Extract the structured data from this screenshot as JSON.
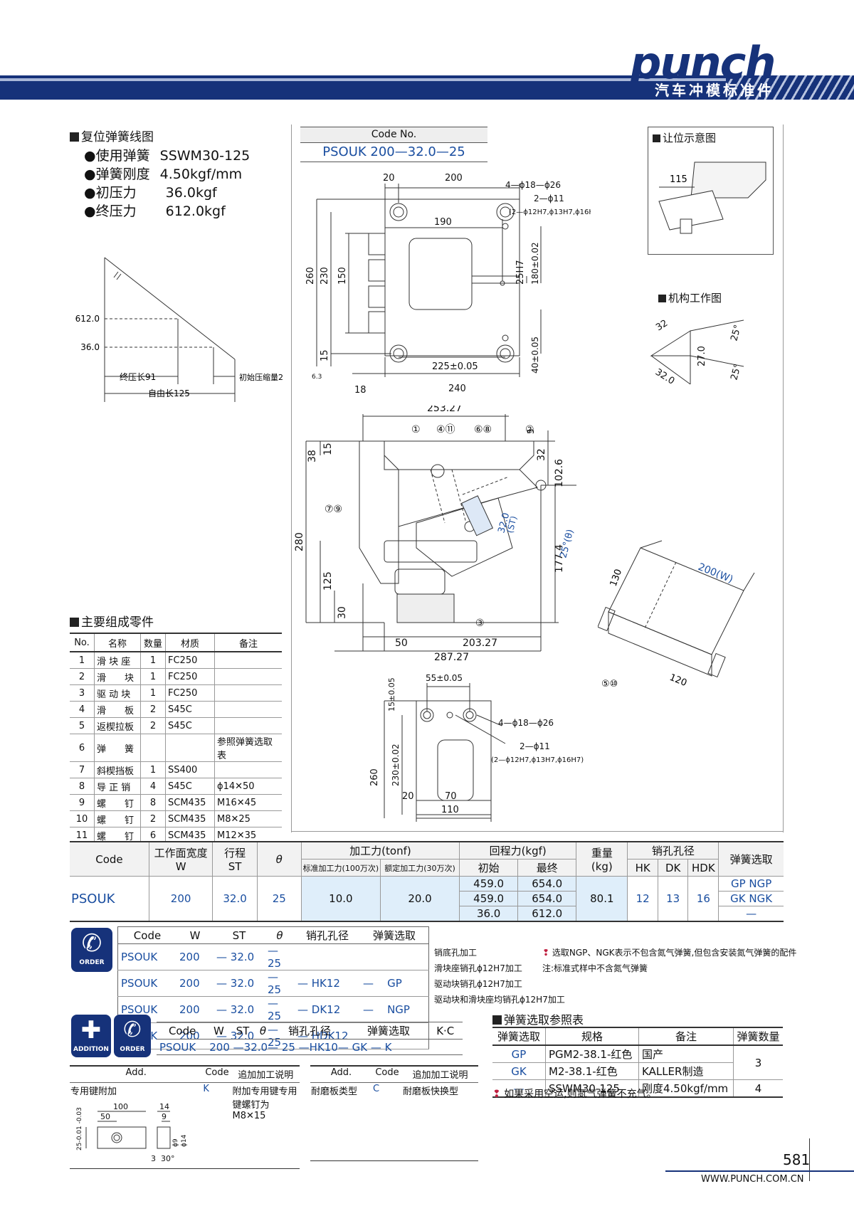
{
  "header": {
    "logo": "punch",
    "subtitle": "汽车冲模标准件"
  },
  "spring_section": {
    "title": "复位弹簧线图",
    "items": [
      {
        "label": "●使用弹簧",
        "value": "SSWM30-125"
      },
      {
        "label": "●弹簧刚度",
        "value": "4.50kgf/mm"
      },
      {
        "label": "●初压力",
        "value": "36.0kgf"
      },
      {
        "label": "●终压力",
        "value": "612.0kgf"
      }
    ],
    "graph": {
      "y1": "612.0",
      "y2": "36.0",
      "final_len": "终压长91",
      "init_comp": "初始压缩量2",
      "free_len": "自由长125"
    }
  },
  "code_no": {
    "label": "Code No.",
    "value": "PSOUK 200—32.0—25"
  },
  "drawing_labels": {
    "top": {
      "d20": "20",
      "d200": "200",
      "holes1": "4—ϕ18—ϕ26",
      "holes2": "2—ϕ11",
      "holes2b": "(2—ϕ12H7,ϕ13H7,ϕ16H7)",
      "d190": "190",
      "d260": "260",
      "d230": "230",
      "d150": "150",
      "d25h7": "25H7",
      "d180": "180±0.02",
      "d15": "15",
      "d40": "40±0.05",
      "d225": "225±0.05",
      "d240": "240",
      "d18": "18",
      "r63": "6.3"
    },
    "side": {
      "d25327": "253.27",
      "d5": "5",
      "d38": "38",
      "d15": "15",
      "d32": "32",
      "d1026": "102.6",
      "d280": "280",
      "d125": "125",
      "d30": "30",
      "d1774": "177.4",
      "st": "32.0",
      "st2": "(ST)",
      "theta": "25°(θ)",
      "d50": "50",
      "d20327": "203.27",
      "d28727": "287.27",
      "n1": "①",
      "n411": "④⑪",
      "n68": "⑥⑧",
      "n2": "②",
      "n79": "⑦⑨",
      "n3": "③",
      "w200": "200(W)",
      "d130": "130",
      "d120": "120",
      "n510": "⑤⑩"
    },
    "end": {
      "d55": "55±0.05",
      "d15": "15±0.05",
      "holes1": "4—ϕ18—ϕ26",
      "holes2": "2—ϕ11",
      "holes2b": "(2—ϕ12H7,ϕ13H7,ϕ16H7)",
      "d260": "260",
      "d230": "230±0.02",
      "d20": "20",
      "d70": "70",
      "d110": "110"
    },
    "relief": {
      "title": "让位示意图",
      "d115": "115"
    },
    "mech": {
      "title": "机构工作图",
      "a32": "32",
      "a27": "27.0",
      "a320": "32.0",
      "ang1": "25°",
      "ang2": "25°"
    }
  },
  "parts": {
    "title": "主要组成零件",
    "headers": [
      "No.",
      "名称",
      "数量",
      "材质",
      "备注"
    ],
    "rows": [
      [
        "1",
        "滑 块 座",
        "1",
        "FC250",
        ""
      ],
      [
        "2",
        "滑　　块",
        "1",
        "FC250",
        ""
      ],
      [
        "3",
        "驱 动 块",
        "1",
        "FC250",
        ""
      ],
      [
        "4",
        "滑　　板",
        "2",
        "S45C",
        ""
      ],
      [
        "5",
        "返楔拉板",
        "2",
        "S45C",
        ""
      ],
      [
        "6",
        "弹　　簧",
        "",
        "",
        "参照弹簧选取表"
      ],
      [
        "7",
        "斜楔挡板",
        "1",
        "SS400",
        ""
      ],
      [
        "8",
        "导 正 销",
        "4",
        "S45C",
        "ϕ14✕50"
      ],
      [
        "9",
        "螺　　钉",
        "8",
        "SCM435",
        "M16✕45"
      ],
      [
        "10",
        "螺　　钉",
        "2",
        "SCM435",
        "M8✕25"
      ],
      [
        "11",
        "螺　　钉",
        "6",
        "SCM435",
        "M12✕35"
      ]
    ]
  },
  "main_table": {
    "h_code": "Code",
    "h_w": "工作面宽度",
    "h_w2": "W",
    "h_st": "行程",
    "h_st2": "ST",
    "h_theta": "θ",
    "h_force": "加工力(tonf)",
    "h_f1": "标准加工力(100万次)",
    "h_f2": "额定加工力(30万次)",
    "h_ret": "回程力(kgf)",
    "h_r1": "初始",
    "h_r2": "最终",
    "h_wt": "重量",
    "h_wt2": "(kg)",
    "h_pin": "销孔孔径",
    "h_hk": "HK",
    "h_dk": "DK",
    "h_hdk": "HDK",
    "h_spr": "弹簧选取",
    "code": "PSOUK",
    "w": "200",
    "st": "32.0",
    "theta": "25",
    "f1": "10.0",
    "f2": "20.0",
    "ret": [
      [
        "459.0",
        "654.0"
      ],
      [
        "459.0",
        "654.0"
      ],
      [
        "36.0",
        "612.0"
      ]
    ],
    "wt": "80.1",
    "hk": "12",
    "dk": "13",
    "hdk": "16",
    "spr": [
      "GP NGP",
      "GK NGK",
      "—"
    ]
  },
  "order": {
    "icon": "ORDER",
    "headers": [
      "Code",
      "W",
      "ST",
      "θ",
      "销孔孔径",
      "弹簧选取"
    ],
    "rows": [
      [
        "PSOUK",
        "200",
        "—",
        "32.0",
        "—",
        "25",
        "",
        "",
        ""
      ],
      [
        "PSOUK",
        "200",
        "—",
        "32.0",
        "—",
        "25",
        "— HK12",
        "—",
        "GP"
      ],
      [
        "PSOUK",
        "200",
        "—",
        "32.0",
        "—",
        "25",
        "— DK12",
        "—",
        "NGP"
      ],
      [
        "PSOUK",
        "200",
        "—",
        "32.0",
        "—",
        "25",
        "— HDK12",
        "",
        ""
      ]
    ],
    "notes": [
      "销底孔加工",
      "滑块座销孔ϕ12H7加工",
      "驱动块销孔ϕ12H7加工",
      "驱动块和滑块座均销孔ϕ12H7加工"
    ],
    "warn1": "选取NGP、NGK表示不包含氮气弹簧,但包含安装氮气弹簧的配件",
    "warn2": "注:标准式样中不含氮气弹簧"
  },
  "addition": {
    "icon1": "ADDITION",
    "icon2": "ORDER",
    "headers": [
      "Code",
      "W",
      "ST",
      "θ",
      "销孔孔径",
      "弹簧选取",
      "K·C"
    ],
    "row": "PSOUK    200 —32.0— 25 —HK10— GK — K",
    "t1_headers": [
      "Add.",
      "Code",
      "追加加工说明"
    ],
    "t1_add": "专用键附加",
    "t1_code": "K",
    "t1_desc": "附加专用键专用键螺钉为M8✕15",
    "t2_headers": [
      "Add.",
      "Code",
      "追加加工说明"
    ],
    "t2_add": "耐磨板类型",
    "t2_code": "C",
    "t2_desc": "耐磨板快换型",
    "key_dims": {
      "d100": "100",
      "d50": "50",
      "d14": "14",
      "d9": "9",
      "d25": "25-0.01\n   -0.03",
      "d3": "3",
      "d30": "30°",
      "p9": "ϕ9",
      "p14": "ϕ14"
    }
  },
  "spring_ref": {
    "title": "弹簧选取参照表",
    "headers": [
      "弹簧选取",
      "规格",
      "备注",
      "弹簧数量"
    ],
    "rows": [
      [
        "GP",
        "PGM2-38.1-红色",
        "国产"
      ],
      [
        "GK",
        "M2-38.1-红色",
        "KALLER制造"
      ],
      [
        "—",
        "SSWM30-125",
        "刚度4.50kgf/mm"
      ]
    ],
    "qty1": "3",
    "qty2": "4",
    "note": "如果采用空运,则氮气弹簧不充气。"
  },
  "footer": {
    "page": "581",
    "url": "WWW.PUNCH.COM.CN"
  },
  "colors": {
    "brand": "#16327a",
    "blue_text": "#1a4ea0",
    "light_cell": "#dfeefa"
  }
}
